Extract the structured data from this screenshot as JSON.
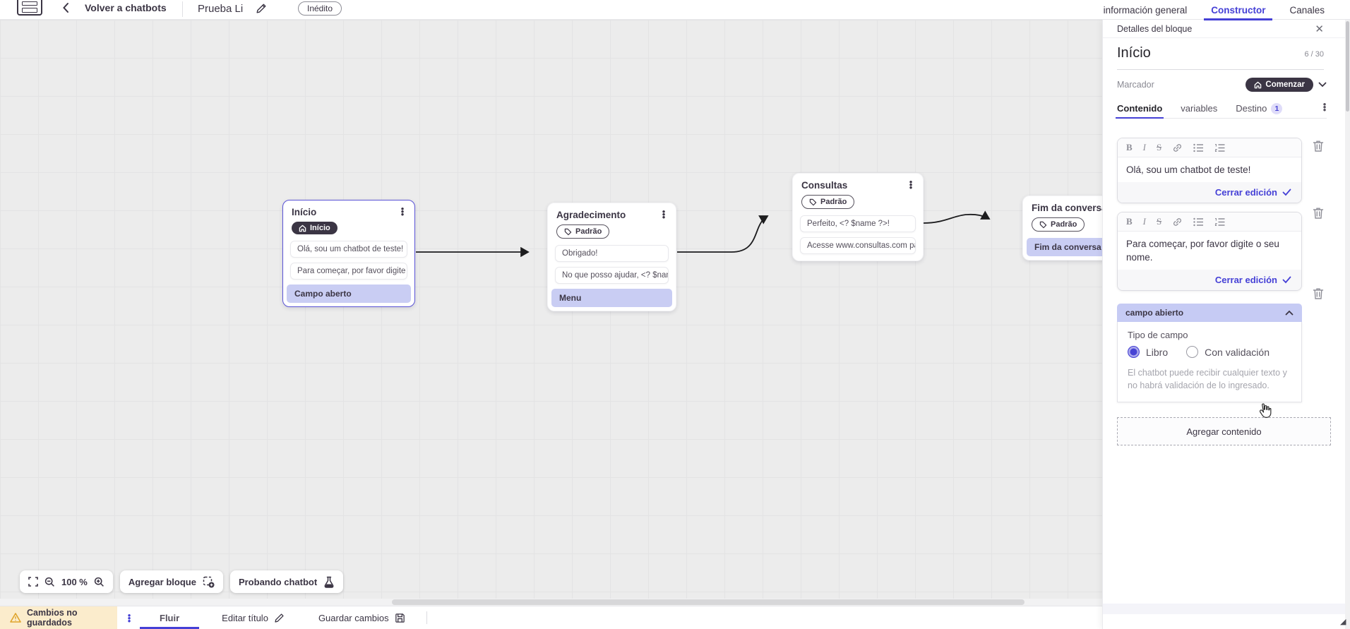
{
  "colors": {
    "accent": "#4540d6",
    "action_row_bg": "#c9cdf3",
    "dark_pill_bg": "#3b3544",
    "warning_bg": "#fbeccc",
    "canvas_bg": "#ececec"
  },
  "icons": {
    "logo": "app-logo-box",
    "back": "chevron-left",
    "edit": "pencil",
    "close": "✕",
    "menu": "dots-vertical",
    "marker": "home",
    "tag": "tag",
    "confirm": "✓",
    "warning": "⚠"
  },
  "header": {
    "back_label": "Volver a chatbots",
    "doc_title": "Prueba Li",
    "status_badge": "Inédito",
    "tabs": [
      {
        "label": "información general"
      },
      {
        "label": "Constructor"
      },
      {
        "label": "Canales"
      }
    ]
  },
  "panel": {
    "title": "Detalles del bloque",
    "block_name": "Início",
    "char_count": "6 / 30",
    "marker_label": "Marcador",
    "marker_value": "Comenzar",
    "tabs": {
      "contenido": "Contenido",
      "variables": "variables",
      "destino": "Destino",
      "destino_badge": "1"
    },
    "editors": [
      {
        "text": "Olá, sou um chatbot de teste!",
        "close_label": "Cerrar edición"
      },
      {
        "text": "Para começar, por favor digite o seu nome.",
        "close_label": "Cerrar edición"
      }
    ],
    "open_field": {
      "header": "campo abierto",
      "type_label": "Tipo de campo",
      "option_free": "Libro",
      "option_validated": "Con validación",
      "helper": "El chatbot puede recibir cualquier texto y no habrá validación de lo ingresado."
    },
    "add_content_label": "Agregar contenido"
  },
  "canvas": {
    "nodes": [
      {
        "title": "Início",
        "pill": "Início",
        "rows": [
          "Olá, sou um chatbot de teste!",
          "Para começar, por favor digite o ...",
          "Campo aberto"
        ]
      },
      {
        "title": "Agradecimento",
        "pill": "Padrão",
        "rows": [
          "Obrigado!",
          "No que posso ajudar, <? $name ...",
          "Menu"
        ]
      },
      {
        "title": "Consultas",
        "pill": "Padrão",
        "rows": [
          "Perfeito, <? $name ?>!",
          "Acesse www.consultas.com par..."
        ]
      },
      {
        "title": "Fim da conversa",
        "pill": "Padrão",
        "rows": [
          "Fim da conversa"
        ]
      }
    ],
    "toolbar": {
      "zoom_level": "100 %",
      "add_block": "Agregar bloque",
      "test_chatbot": "Probando chatbot"
    }
  },
  "bottom_bar": {
    "warning": "Cambios no guardados",
    "flow_tab": "Fluir",
    "edit_title": "Editar título",
    "save": "Guardar cambios"
  }
}
